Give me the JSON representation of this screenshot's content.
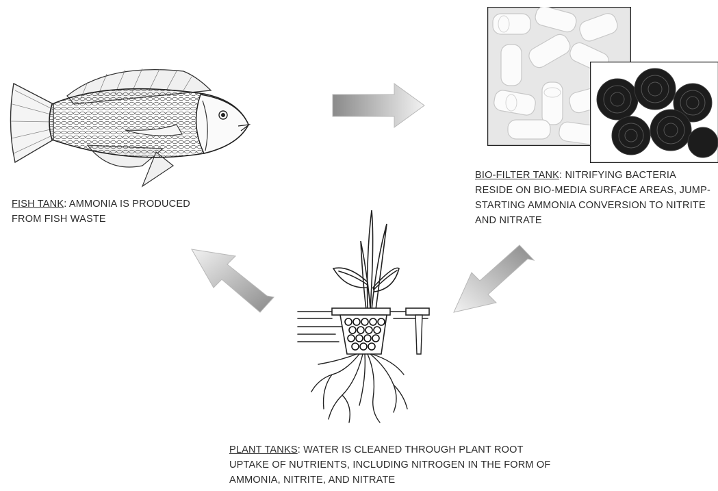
{
  "fish_tank": {
    "title": "FISH TANK",
    "description": ": AMMONIA IS PRODUCED FROM FISH WASTE"
  },
  "biofilter_tank": {
    "title": "BIO-FILTER TANK",
    "description": ": NITRIFYING BACTERIA RESIDE ON BIO-MEDIA SURFACE AREAS, JUMP-STARTING AMMONIA CONVERSION TO NITRITE AND NITRATE"
  },
  "plant_tanks": {
    "title": "PLANT TANKS",
    "description": ": WATER IS CLEANED THROUGH PLANT ROOT UPTAKE OF NUTRIENTS, INCLUDING NITROGEN IN THE FORM OF AMMONIA, NITRITE, AND NITRATE"
  },
  "colors": {
    "arrow_light": "#f2f2f2",
    "arrow_dark": "#8a8a8a",
    "text": "#2b2b2b"
  },
  "icons": [
    "fish-illustration",
    "white-biomedia-photo",
    "black-biomedia-photo",
    "plant-illustration"
  ]
}
